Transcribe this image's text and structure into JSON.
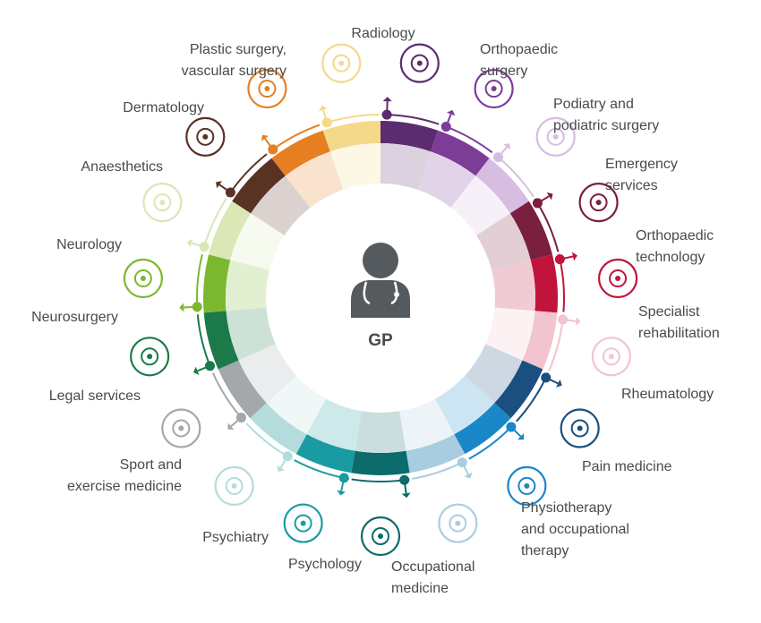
{
  "center": {
    "label": "GP",
    "icon": "doctor-icon",
    "color": "#555a5f"
  },
  "specialties": [
    {
      "id": "radiology",
      "label": "Radiology",
      "color": "#5b2c6f",
      "icon": "radiation-icon"
    },
    {
      "id": "orthopaedic-surgery",
      "label": "Orthopaedic\nsurgery",
      "color": "#7d3c98",
      "icon": "surgical-tools-icon"
    },
    {
      "id": "podiatry",
      "label": "Podiatry and\npodiatric surgery",
      "color": "#d7bde2",
      "icon": "footprints-icon"
    },
    {
      "id": "emergency-services",
      "label": "Emergency\nservices",
      "color": "#7b1f3f",
      "icon": "siren-icon"
    },
    {
      "id": "orthopaedic-technology",
      "label": "Orthopaedic\ntechnology",
      "color": "#c0143c",
      "icon": "knee-brace-icon"
    },
    {
      "id": "specialist-rehabilitation",
      "label": "Specialist\nrehabilitation",
      "color": "#f2c4cf",
      "icon": "walker-person-icon"
    },
    {
      "id": "rheumatology",
      "label": "Rheumatology",
      "color": "#1a4f80",
      "icon": "joints-icon"
    },
    {
      "id": "pain-medicine",
      "label": "Pain medicine",
      "color": "#1a87c8",
      "icon": "pain-target-icon"
    },
    {
      "id": "physiotherapy",
      "label": "Physiotherapy\nand occupational\ntherapy",
      "color": "#a9cde0",
      "icon": "treadmill-icon"
    },
    {
      "id": "occupational-medicine",
      "label": "Occupational\nmedicine",
      "color": "#0c6b6b",
      "icon": "worker-icon"
    },
    {
      "id": "psychology",
      "label": "Psychology",
      "color": "#1a9ba1",
      "icon": "brain-icon"
    },
    {
      "id": "psychiatry",
      "label": "Psychiatry",
      "color": "#b5dcdc",
      "icon": "head-lightbulb-icon"
    },
    {
      "id": "sport-exercise",
      "label": "Sport and\nexercise medicine",
      "color": "#a3a8ab",
      "icon": "runner-icon"
    },
    {
      "id": "legal-services",
      "label": "Legal services",
      "color": "#1c7a4a",
      "icon": "scales-icon"
    },
    {
      "id": "neurosurgery",
      "label": "Neurosurgery",
      "color": "#7cb82f",
      "icon": "surgeon-icon"
    },
    {
      "id": "neurology",
      "label": "Neurology",
      "color": "#d9e8b5",
      "icon": "neuron-icon"
    },
    {
      "id": "anaesthetics",
      "label": "Anaesthetics",
      "color": "#5a3224",
      "icon": "iv-drip-icon"
    },
    {
      "id": "dermatology",
      "label": "Dermatology",
      "color": "#e67e22",
      "icon": "skin-layer-icon"
    },
    {
      "id": "plastic-vascular",
      "label": "Plastic surgery,\nvascular surgery",
      "color": "#f5d98a",
      "icon": "scalpel-icon"
    }
  ]
}
